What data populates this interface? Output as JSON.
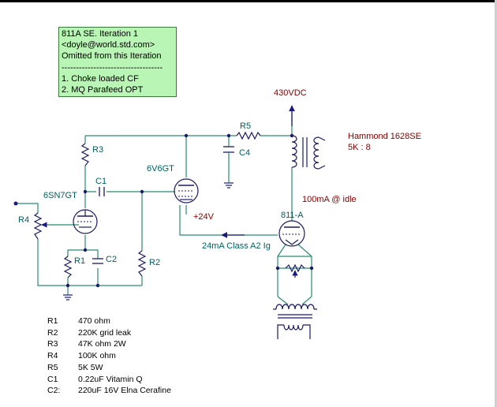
{
  "note": {
    "line1": "811A SE.   Iteration 1",
    "line2": "<doyle@world.std.com>",
    "line3": "Omitted from this Iteration",
    "divider": "-----------------------------------",
    "item1": "1.   Choke loaded CF",
    "item2": "2.   MQ Parafeed OPT"
  },
  "labels": {
    "supply": "430VDC",
    "transformer_name": "Hammond 1628SE",
    "transformer_ratio": "5K : 8",
    "idle_current": "100mA @ idle",
    "bias_supply": "+24V",
    "grid_current": "24mA Class A2 Ig",
    "r5": "R5",
    "c4": "C4",
    "r3": "R3",
    "c1": "C1",
    "r4": "R4",
    "r1": "R1",
    "c2": "C2",
    "r2": "R2",
    "tube_driver": "6SN7GT",
    "tube_follower": "6V6GT",
    "tube_output": "811-A"
  },
  "colors": {
    "wire": "#2a8a72",
    "component": "#1a1a66",
    "ground": "#2a2a8a",
    "label_blue": "#1a1a80",
    "label_red": "#800000",
    "label_green": "#006060",
    "note_bg": "#b9f5b4"
  },
  "parts": [
    {
      "ref": "R1",
      "value": "470 ohm"
    },
    {
      "ref": "R2",
      "value": "220K grid leak"
    },
    {
      "ref": "R3",
      "value": "47K ohm 2W"
    },
    {
      "ref": "R4",
      "value": "100K ohm"
    },
    {
      "ref": "R5",
      "value": "5K 5W"
    },
    {
      "ref": "C1",
      "value": "0.22uF Vitamin Q"
    },
    {
      "ref": "C2:",
      "value": "220uF 16V Elna Cerafine"
    }
  ]
}
